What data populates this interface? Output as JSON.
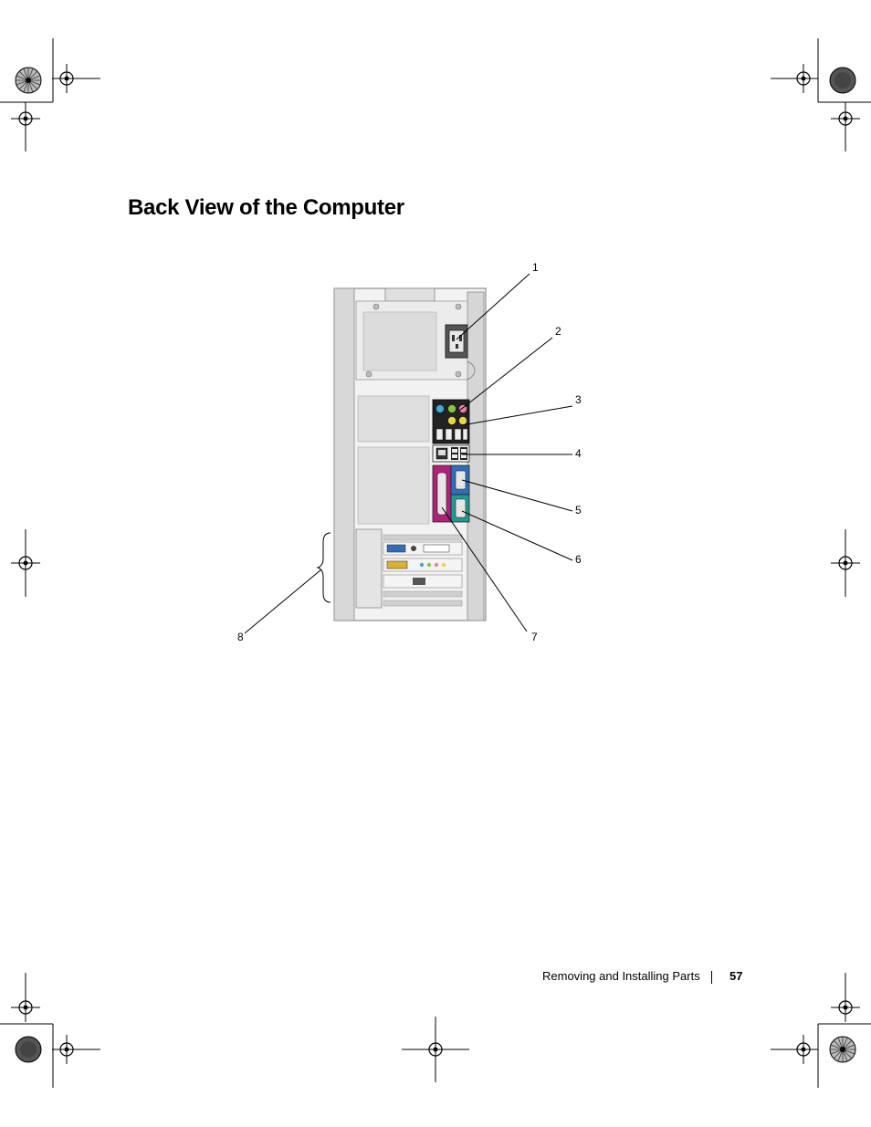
{
  "page": {
    "title": "Back View of the Computer",
    "footer": {
      "section": "Removing and Installing Parts",
      "page_number": "57"
    }
  },
  "figure": {
    "callouts": [
      "1",
      "2",
      "3",
      "4",
      "5",
      "6",
      "7",
      "8"
    ]
  },
  "icons": {
    "registration_mark": "crosshair-icon",
    "color_target": "starburst-icon"
  }
}
